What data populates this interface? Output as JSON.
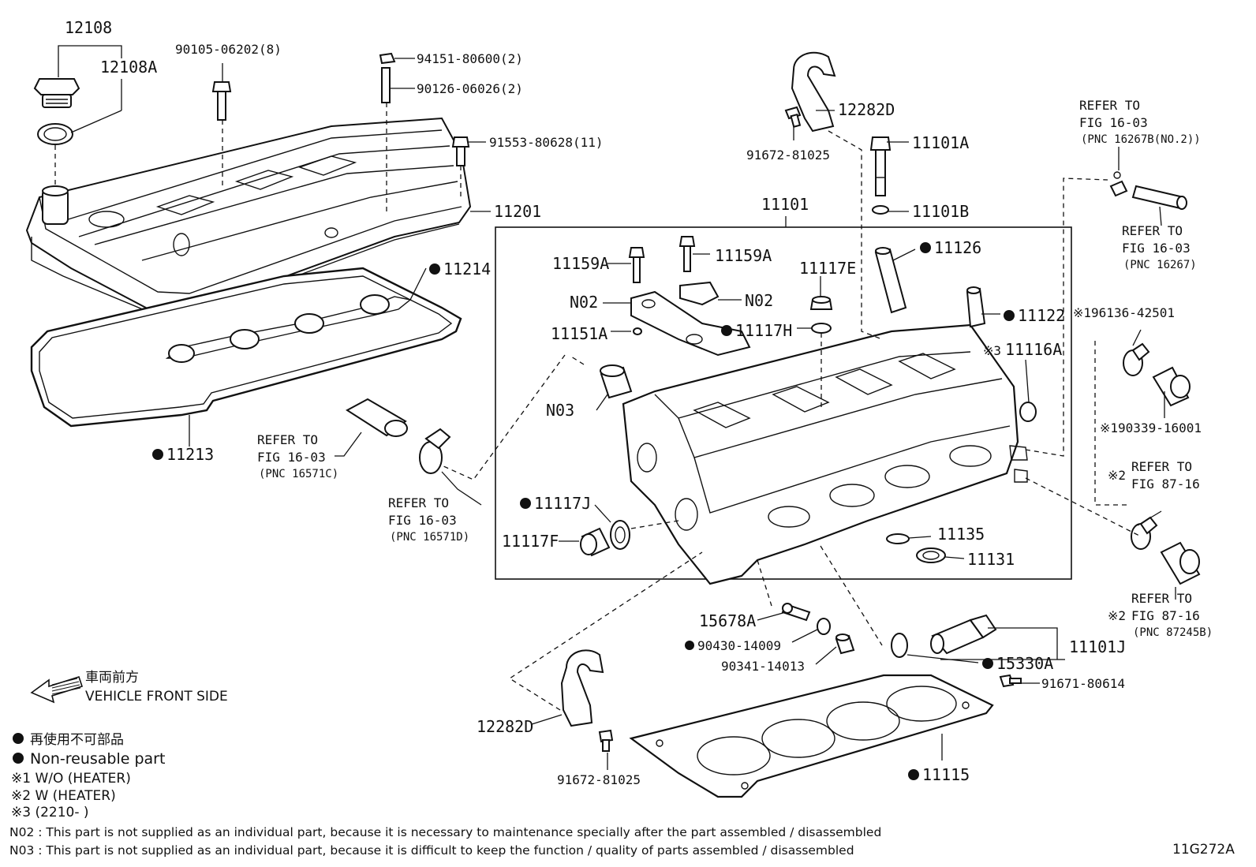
{
  "callouts": {
    "c12108": "12108",
    "c12108A": "12108A",
    "c90105": "90105-06202(8)",
    "c94151": "94151-80600(2)",
    "c90126": "90126-06026(2)",
    "c91553": "91553-80628(11)",
    "c11201": "11201",
    "c11214": "11214",
    "c11213": "11213",
    "c12282D_top": "12282D",
    "c91672_top": "91672-81025",
    "c11101A": "11101A",
    "c11101B": "11101B",
    "c11101": "11101",
    "c11126": "11126",
    "c11159A_l": "11159A",
    "c11159A_r": "11159A",
    "c11117E": "11117E",
    "cN02_l": "N02",
    "cN02_r": "N02",
    "c11122": "11122",
    "c11151A": "11151A",
    "c11117H": "11117H",
    "c11116A": "11116A",
    "c11116A_mark": "※3",
    "cN03": "N03",
    "c11117J": "11117J",
    "c11117F": "11117F",
    "c11135": "11135",
    "c11131": "11131",
    "c15678A": "15678A",
    "c90430": "90430-14009",
    "c90341": "90341-14013",
    "c15330A": "15330A",
    "c11101J": "11101J",
    "c91671": "91671-80614",
    "c12282D_bot": "12282D",
    "c91672_bot": "91672-81025",
    "c11115": "11115",
    "c96136": "※196136-42501",
    "c90339": "※190339-16001"
  },
  "refers": {
    "r1": [
      "REFER TO",
      "FIG 16-03",
      "(PNC 16267B(NO.2))"
    ],
    "r2": [
      "REFER TO",
      "FIG 16-03",
      "(PNC 16267)"
    ],
    "r3": [
      "REFER TO",
      "FIG 16-03",
      "(PNC 16571C)"
    ],
    "r4": [
      "REFER TO",
      "FIG 16-03",
      "(PNC 16571D)"
    ],
    "r5_mark": "※2",
    "r5": [
      "REFER TO",
      "FIG 87-16"
    ],
    "r6_mark": "※2",
    "r6": [
      "REFER TO",
      "FIG 87-16",
      "(PNC 87245B)"
    ]
  },
  "legend": {
    "front_jp": "車両前方",
    "front_en": "VEHICLE FRONT SIDE",
    "nonreuse_jp": "再使用不可部品",
    "nonreuse_en": "Non-reusable part",
    "note1": "※1  W/O (HEATER)",
    "note2": "※2  W (HEATER)",
    "note3": "※3 (2210-        )",
    "n02": "N02 : This part is not supplied as an individual part, because it is necessary to maintenance specially after the part assembled / disassembled",
    "n03": "N03 : This part is not supplied as an individual part, because it is difficult to keep the function / quality of parts  assembled / disassembled",
    "figure_id": "11G272A"
  }
}
